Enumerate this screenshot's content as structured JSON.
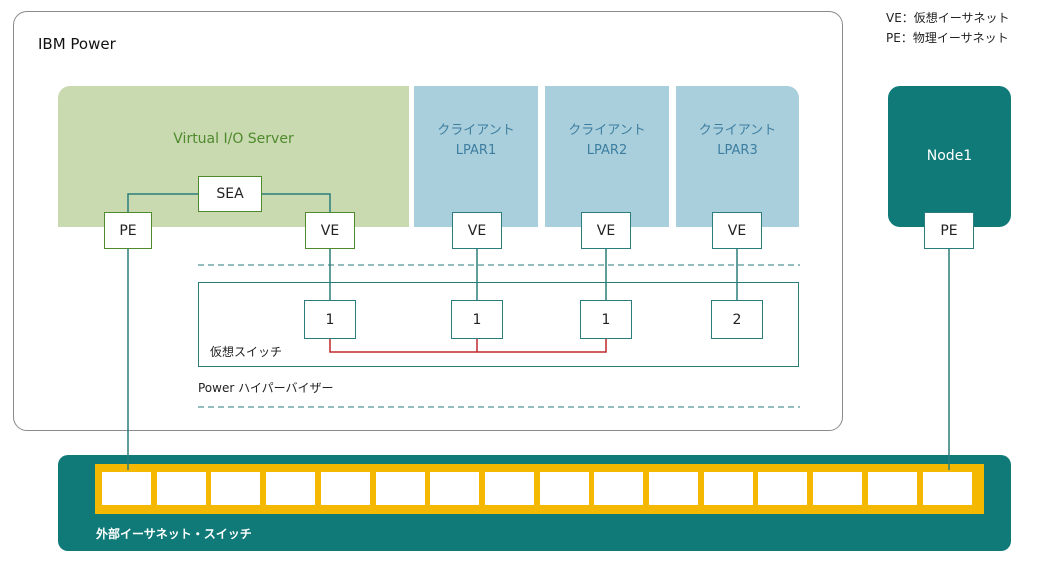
{
  "legend": {
    "ve": "VE：仮想イーサネット",
    "pe": "PE：物理イーサネット"
  },
  "ibm_power": {
    "title": "IBM Power"
  },
  "vios": {
    "label": "Virtual I/O Server",
    "sea": "SEA",
    "pe": "PE",
    "ve": "VE"
  },
  "lpars": [
    {
      "label": "クライアント\nLPAR1",
      "ve": "VE"
    },
    {
      "label": "クライアント\nLPAR2",
      "ve": "VE"
    },
    {
      "label": "クライアント\nLPAR3",
      "ve": "VE"
    }
  ],
  "vswitch": {
    "label": "仮想スイッチ",
    "ports": [
      "1",
      "1",
      "1",
      "2"
    ]
  },
  "hypervisor": {
    "label": "Power ハイパーバイザー"
  },
  "node1": {
    "label": "Node1",
    "pe": "PE"
  },
  "external_switch": {
    "label": "外部イーサネット・スイッチ",
    "port_count": 16
  },
  "colors": {
    "vios": "#c9d9b0",
    "lpar": "#a9cfdd",
    "teal": "#0f7a78",
    "yellow": "#f5b800",
    "vlan_line": "#c0282d"
  }
}
